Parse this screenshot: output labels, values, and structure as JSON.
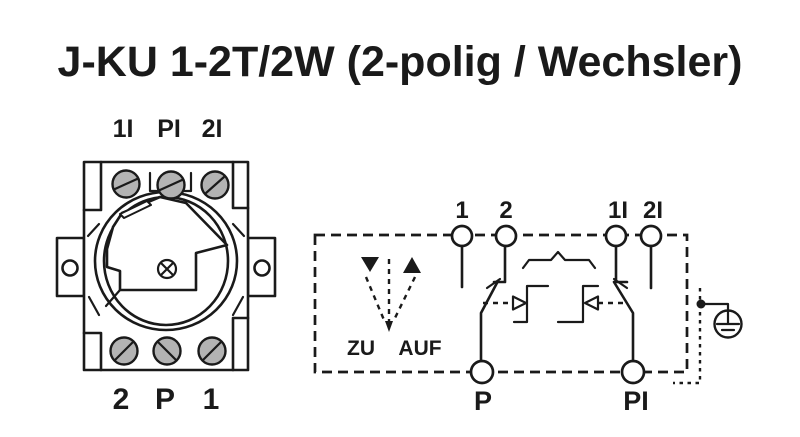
{
  "title": "J-KU 1-2T/2W (2-polig / Wechsler)",
  "colors": {
    "ink": "#1a1a1a",
    "screw": "#b3b3b3",
    "paper": "#ffffff"
  },
  "front_view": {
    "top_terminals": [
      {
        "label": "1I"
      },
      {
        "label": "PI"
      },
      {
        "label": "2I"
      }
    ],
    "bottom_terminals": [
      {
        "label": "2"
      },
      {
        "label": "P"
      },
      {
        "label": "1"
      }
    ]
  },
  "schematic": {
    "top_terminals": [
      {
        "label": "1"
      },
      {
        "label": "2"
      },
      {
        "label": "1I"
      },
      {
        "label": "2I"
      }
    ],
    "bottom_terminals": [
      {
        "label": "P"
      },
      {
        "label": "PI"
      }
    ],
    "direction_labels": [
      {
        "label": "ZU"
      },
      {
        "label": "AUF"
      }
    ]
  }
}
